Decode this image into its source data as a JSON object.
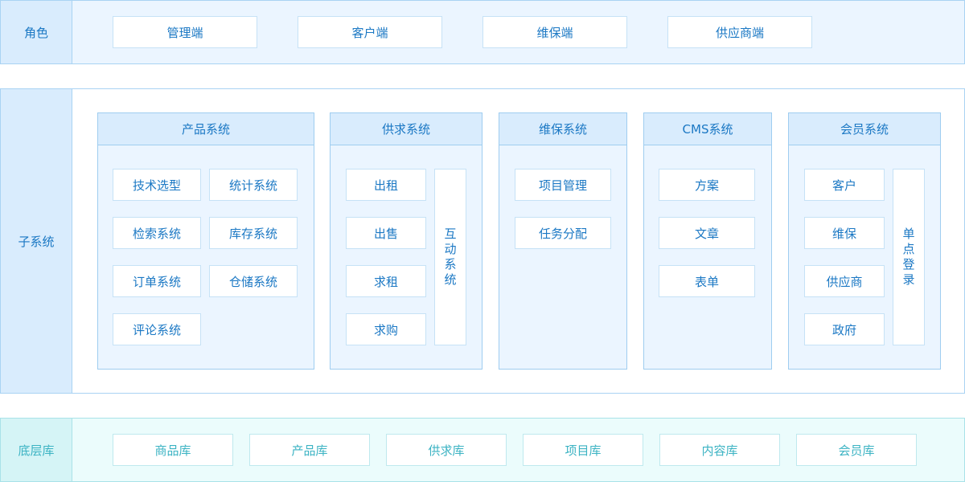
{
  "roles": {
    "label": "角色",
    "items": [
      "管理端",
      "客户端",
      "维保端",
      "供应商端"
    ]
  },
  "subsystems": {
    "label": "子系统",
    "product": {
      "title": "产品系统",
      "items": [
        "技术选型",
        "统计系统",
        "检索系统",
        "库存系统",
        "订单系统",
        "仓储系统",
        "评论系统"
      ]
    },
    "supply": {
      "title": "供求系统",
      "items": [
        "出租",
        "出售",
        "求租",
        "求购"
      ],
      "side": [
        "互",
        "动",
        "系",
        "统"
      ]
    },
    "maintenance": {
      "title": "维保系统",
      "items": [
        "项目管理",
        "任务分配"
      ]
    },
    "cms": {
      "title": "CMS系统",
      "items": [
        "方案",
        "文章",
        "表单"
      ]
    },
    "member": {
      "title": "会员系统",
      "items": [
        "客户",
        "维保",
        "供应商",
        "政府"
      ],
      "side": [
        "单",
        "点",
        "登",
        "录"
      ]
    }
  },
  "base": {
    "label": "底层库",
    "items": [
      "商品库",
      "产品库",
      "供求库",
      "项目库",
      "内容库",
      "会员库"
    ]
  }
}
